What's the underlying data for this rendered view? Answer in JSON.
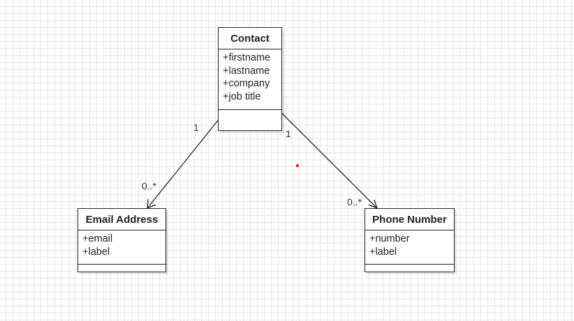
{
  "diagram": {
    "classes": [
      {
        "id": "contact",
        "name": "Contact",
        "attributes": [
          "+firstname",
          "+lastname",
          "+company",
          "+job title"
        ],
        "operations": []
      },
      {
        "id": "email",
        "name": "Email Address",
        "attributes": [
          "+email",
          "+label"
        ],
        "operations": []
      },
      {
        "id": "phone",
        "name": "Phone Number",
        "attributes": [
          "+number",
          "+label"
        ],
        "operations": []
      }
    ],
    "associations": [
      {
        "from": "contact",
        "to": "email",
        "source_multiplicity": "1",
        "target_multiplicity": "0..*",
        "navigable_to": "email"
      },
      {
        "from": "contact",
        "to": "phone",
        "source_multiplicity": "1",
        "target_multiplicity": "0..*",
        "navigable_to": "phone"
      }
    ]
  },
  "colors": {
    "grid": "#e6e6e6",
    "stroke": "#222222",
    "cursor_dot": "#e00000"
  }
}
